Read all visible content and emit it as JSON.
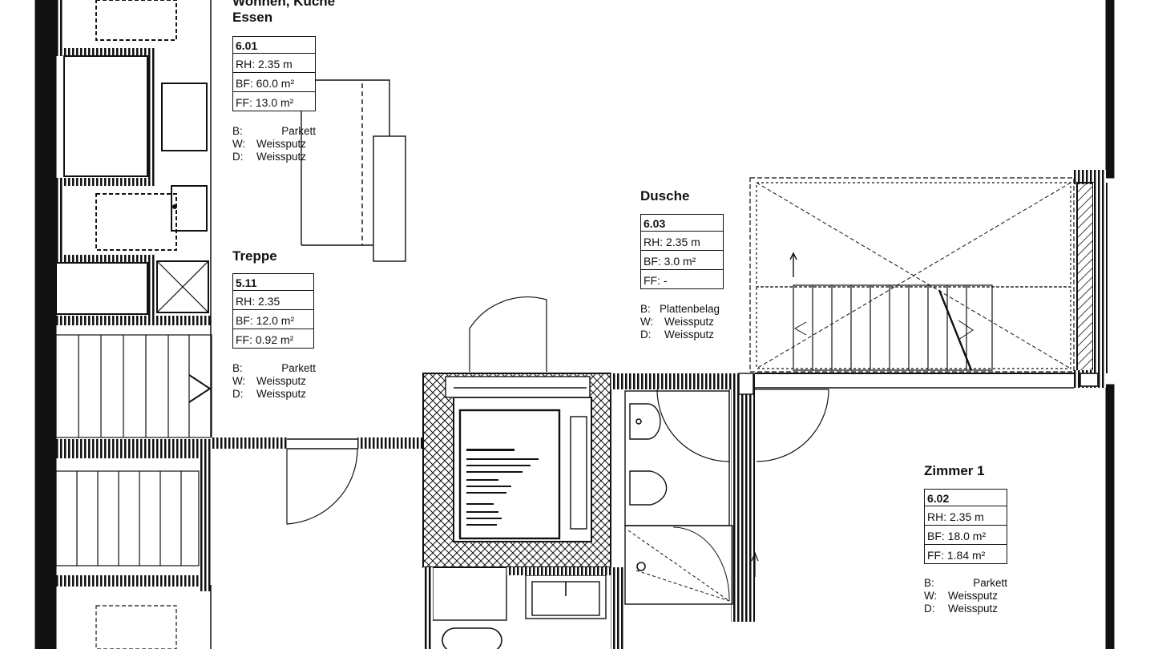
{
  "rooms": [
    {
      "id": "wohnen",
      "name_line1": "Wohnen, Küche",
      "name_line2": "Essen",
      "number": "6.01",
      "rh": "RH: 2.35 m",
      "bf": "BF: 60.0 m²",
      "ff": "FF: 13.0 m²",
      "finishes": [
        {
          "key": "B:",
          "value": "Parkett"
        },
        {
          "key": "W:",
          "value": "Weissputz"
        },
        {
          "key": "D:",
          "value": "Weissputz"
        }
      ]
    },
    {
      "id": "treppe",
      "name": "Treppe",
      "number": "5.11",
      "rh": "RH: 2.35",
      "bf": "BF: 12.0 m²",
      "ff": "FF: 0.92 m²",
      "finishes": [
        {
          "key": "B:",
          "value": "Parkett"
        },
        {
          "key": "W:",
          "value": "Weissputz"
        },
        {
          "key": "D:",
          "value": "Weissputz"
        }
      ]
    },
    {
      "id": "dusche",
      "name": "Dusche",
      "number": "6.03",
      "rh": "RH: 2.35 m",
      "bf": "BF: 3.0 m²",
      "ff": "FF: -",
      "finishes": [
        {
          "key": "B:",
          "value": "Plattenbelag"
        },
        {
          "key": "W:",
          "value": "Weissputz"
        },
        {
          "key": "D:",
          "value": "Weissputz"
        }
      ]
    },
    {
      "id": "zimmer1",
      "name": "Zimmer 1",
      "number": "6.02",
      "rh": "RH: 2.35 m",
      "bf": "BF: 18.0 m²",
      "ff": "FF: 1.84 m²",
      "finishes": [
        {
          "key": "B:",
          "value": "Parkett"
        },
        {
          "key": "W:",
          "value": "Weissputz"
        },
        {
          "key": "D:",
          "value": "Weissputz"
        }
      ]
    }
  ],
  "colors": {
    "ink": "#111111",
    "background": "#ffffff"
  }
}
